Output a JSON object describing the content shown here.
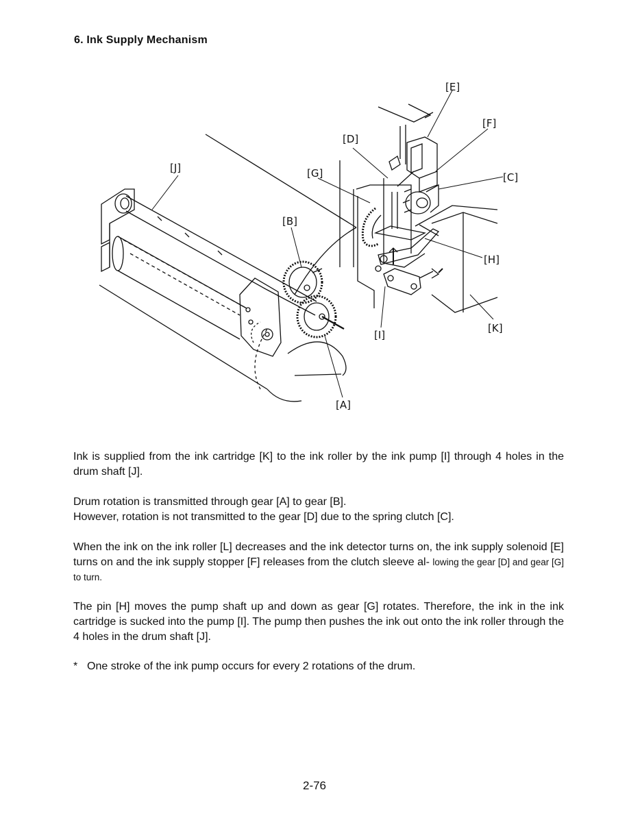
{
  "section": {
    "heading": "6. Ink Supply Mechanism"
  },
  "figure": {
    "callouts": {
      "A": "[A]",
      "B": "[B]",
      "C": "[C]",
      "D": "[D]",
      "E": "[E]",
      "F": "[F]",
      "G": "[G]",
      "H": "[H]",
      "I": "[I]",
      "J": "[J]",
      "K": "[K]"
    }
  },
  "body": {
    "para1": "Ink is supplied from the ink cartridge [K] to the ink roller by the ink pump [I] through 4 holes in the drum shaft [J].",
    "para2_line1": "Drum rotation is transmitted through gear [A] to gear [B].",
    "para2_line2": "However, rotation is not transmitted to the gear [D] due to the spring clutch [C].",
    "para3_main": "When the ink on the ink roller [L] decreases and the ink detector turns on, the ink supply solenoid [E] turns on and the ink supply stopper [F] releases from the clutch sleeve al-",
    "para3_tail": "lowing the gear [D] and gear [G] to turn.",
    "para4": "The pin [H] moves the pump shaft up and down as gear [G] rotates. Therefore, the ink in the ink cartridge is sucked into the pump [I]. The pump then pushes the ink out onto the ink roller through the 4 holes in the drum shaft [J].",
    "note_marker": "*",
    "note": "One stroke of the ink pump occurs for every 2 rotations of the drum."
  },
  "footer": {
    "page_number": "2-76"
  }
}
